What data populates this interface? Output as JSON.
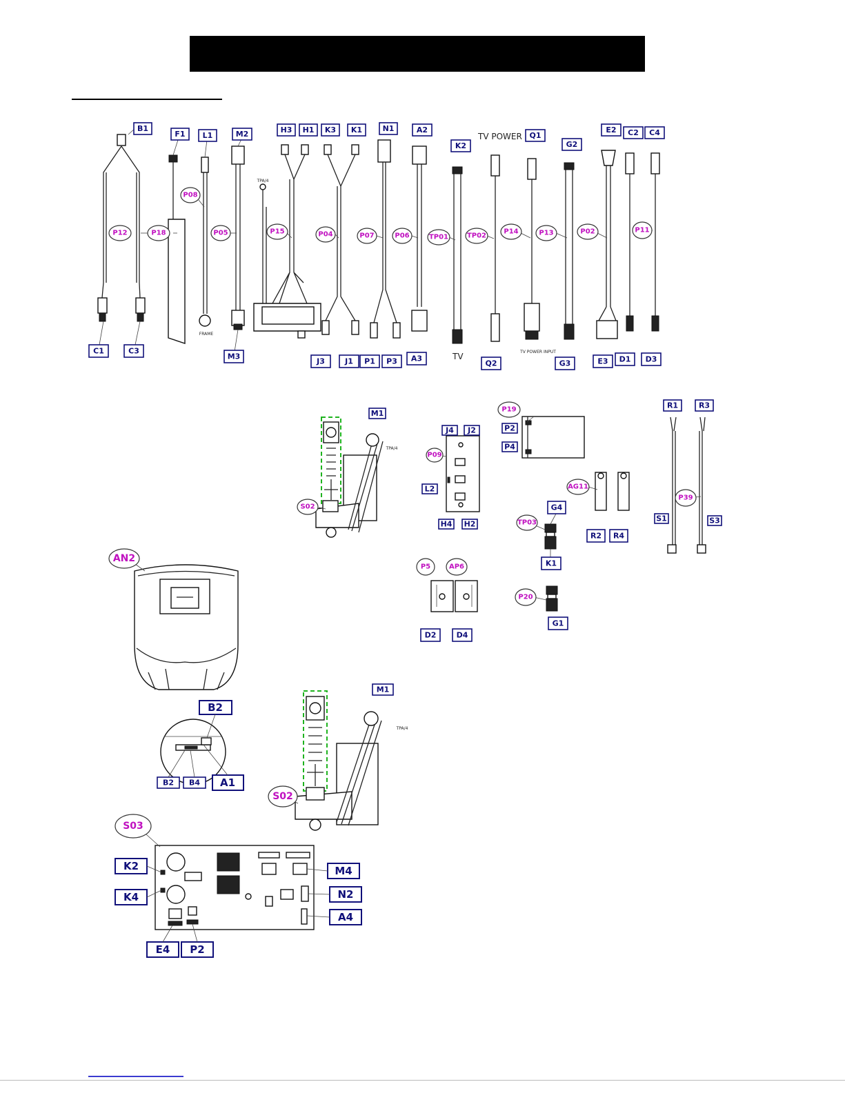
{
  "labels": {
    "B1": "B1",
    "F1": "F1",
    "L1": "L1",
    "M2": "M2",
    "H3": "H3",
    "H1": "H1",
    "K3": "K3",
    "K1": "K1",
    "N1": "N1",
    "A2": "A2",
    "K2": "K2",
    "Q1": "Q1",
    "G2": "G2",
    "E2": "E2",
    "C2": "C2",
    "C4": "C4",
    "C1": "C1",
    "C3": "C3",
    "M3": "M3",
    "J3": "J3",
    "J1": "J1",
    "P1": "P1",
    "P3": "P3",
    "A3": "A3",
    "Q2": "Q2",
    "G3": "G3",
    "E3": "E3",
    "D1": "D1",
    "D3": "D3",
    "M1": "M1",
    "J4": "J4",
    "J2": "J2",
    "L2": "L2",
    "H4": "H4",
    "H2": "H2",
    "P2": "P2",
    "P4": "P4",
    "R1": "R1",
    "R3": "R3",
    "R2": "R2",
    "R4": "R4",
    "S1": "S1",
    "S3": "S3",
    "G4": "G4",
    "KL": "K1",
    "G1": "G1",
    "D2": "D2",
    "D4": "D4",
    "B2": "B2",
    "B2b": "B2",
    "B4": "B4",
    "A1": "A1",
    "M1b": "M1",
    "K2b": "K2",
    "K4": "K4",
    "M4": "M4",
    "N2": "N2",
    "A4": "A4",
    "E4": "E4",
    "P2b": "P2"
  },
  "bubbles": {
    "P12": "P12",
    "P18": "P18",
    "P08": "P08",
    "P05": "P05",
    "P15": "P15",
    "P04": "P04",
    "P07": "P07",
    "P06": "P06",
    "TP01": "TP01",
    "TP02": "TP02",
    "P14": "P14",
    "P13": "P13",
    "P02": "P02",
    "P11": "P11",
    "P09": "P09",
    "P19": "P19",
    "AG11": "AG11",
    "P39": "P39",
    "TP03": "TP03",
    "S02": "S02",
    "S02b": "S02",
    "AN2": "AN2",
    "P5": "P5",
    "AP6": "AP6",
    "P20": "P20",
    "S03": "S03"
  },
  "captions": {
    "tv_power": "TV  POWER",
    "tv": "TV",
    "tv_power_input": "TV POWER INPUT",
    "frame": "FRAME",
    "tpa": "TPA/4",
    "tpa2": "TPA/4",
    "tpa3": "TPA/4"
  }
}
